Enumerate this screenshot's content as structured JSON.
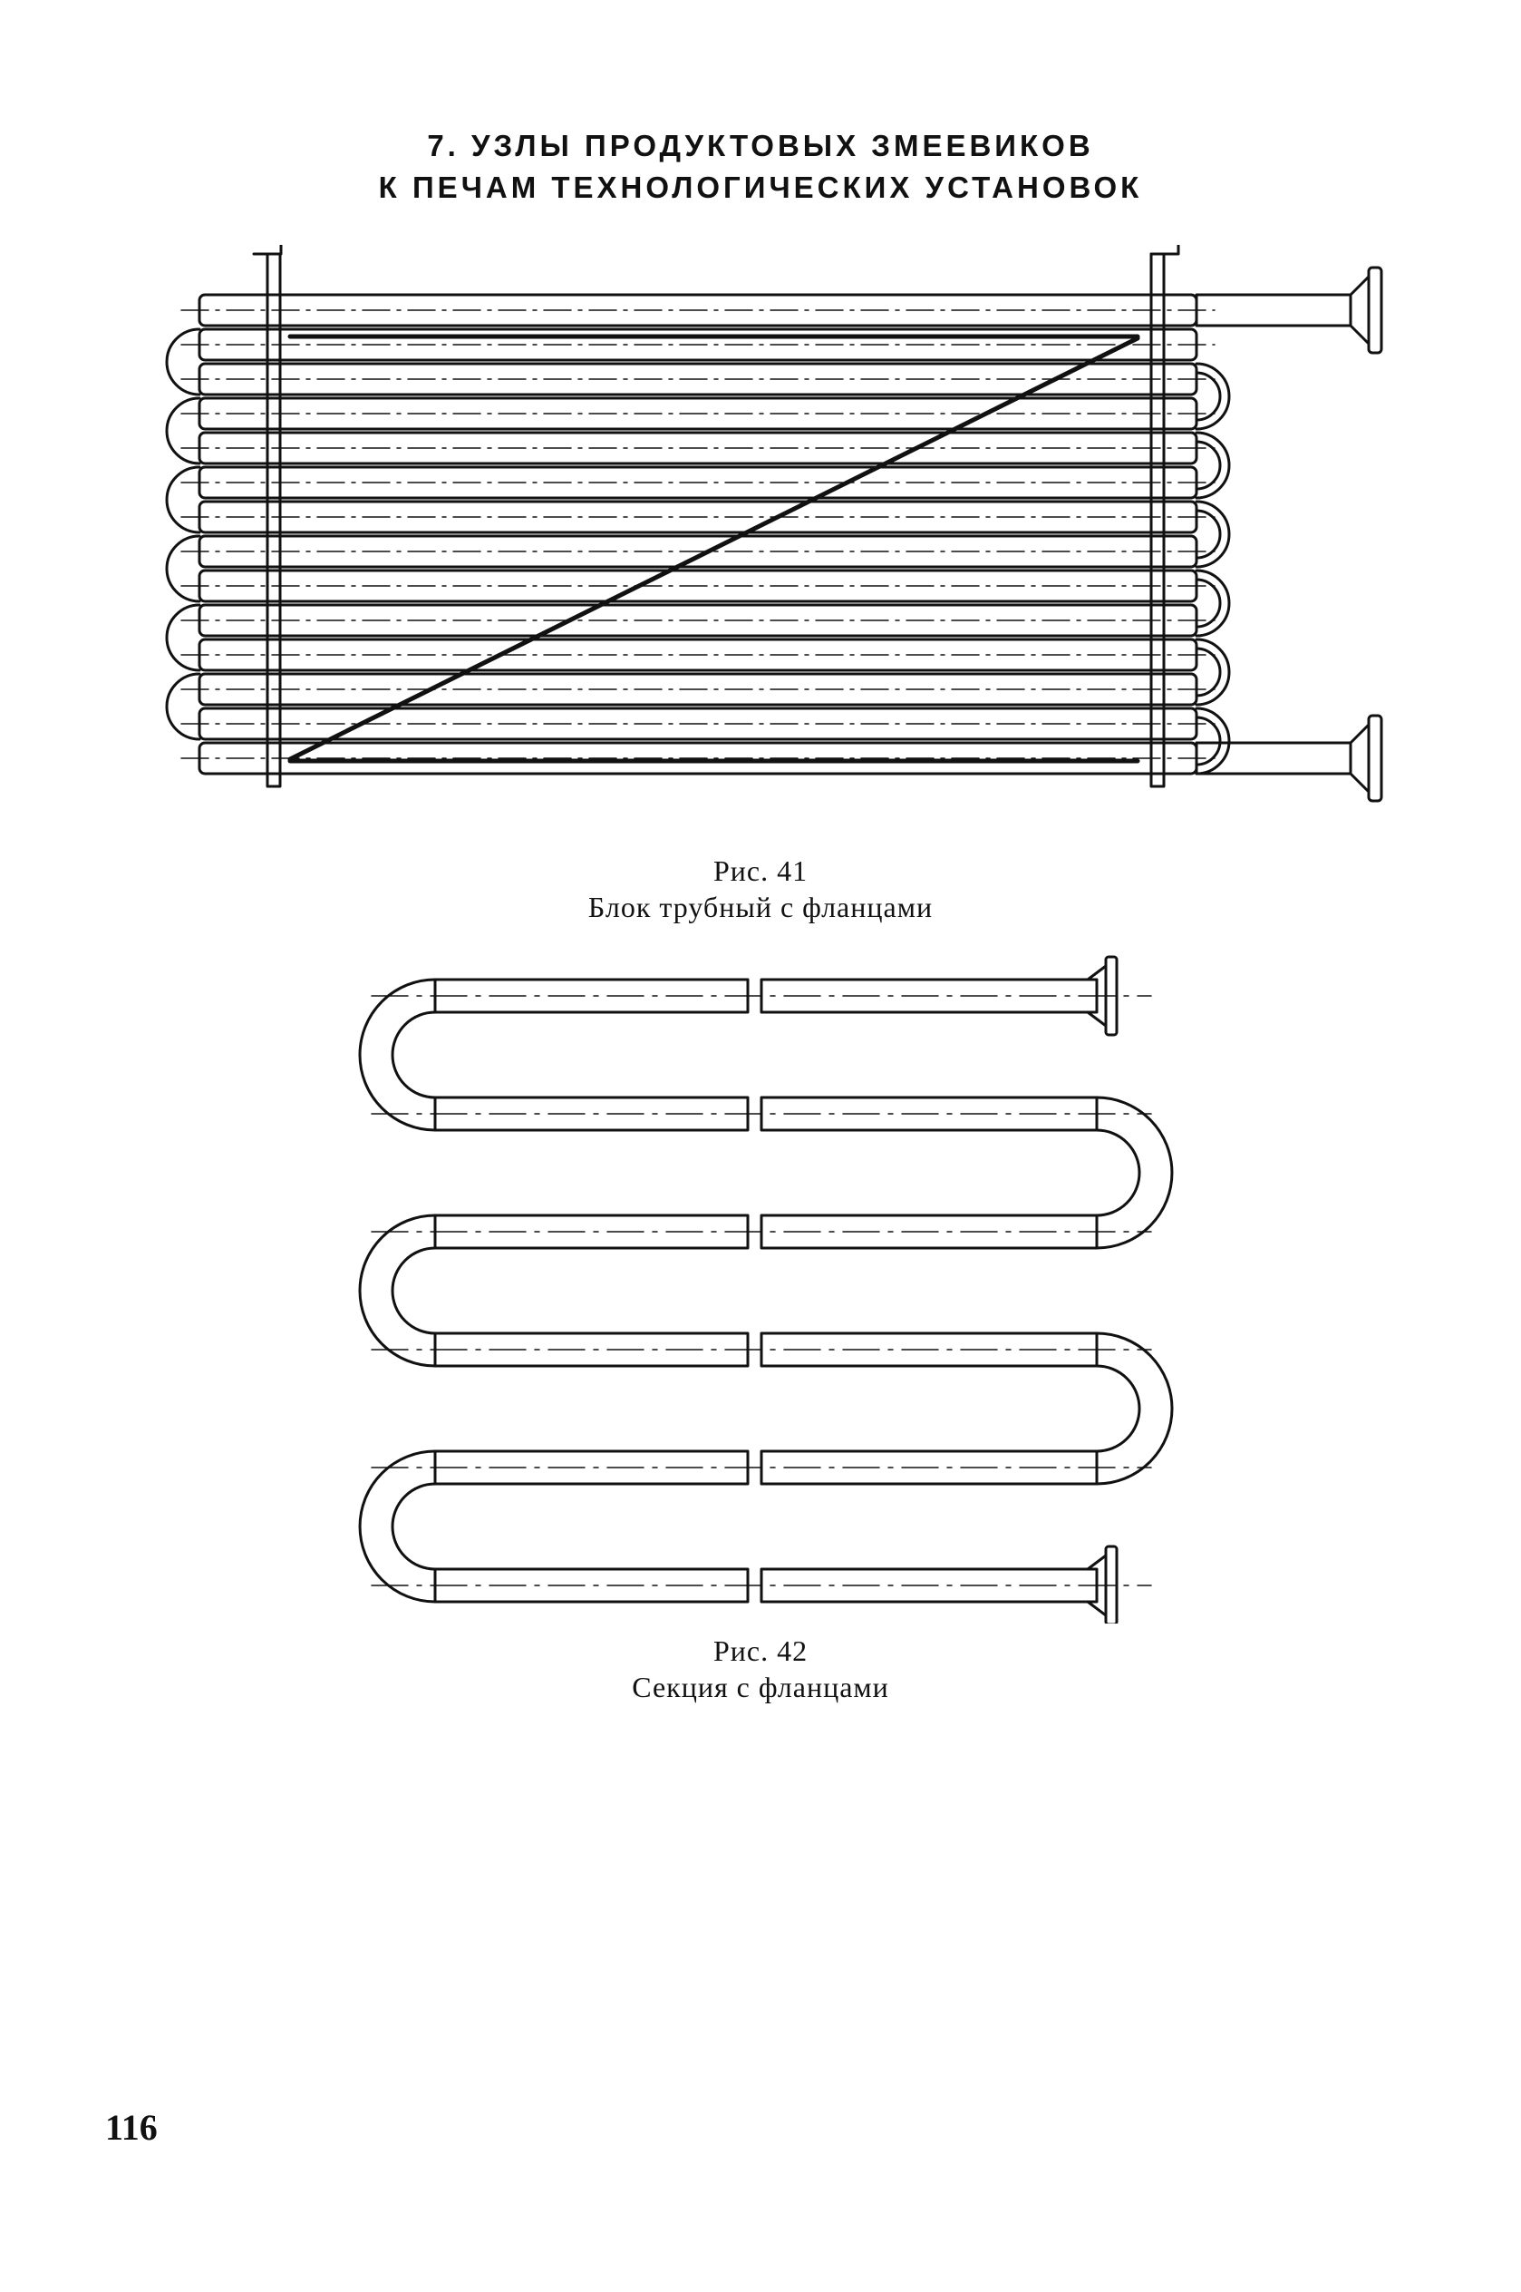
{
  "heading": {
    "line1": "7. УЗЛЫ ПРОДУКТОВЫХ ЗМЕЕВИКОВ",
    "line2": "К ПЕЧАМ ТЕХНОЛОГИЧЕСКИХ УСТАНОВОК"
  },
  "figure41": {
    "label": "Рис. 41",
    "caption": "Блок трубный с фланцами",
    "tube_rows": 14
  },
  "figure42": {
    "label": "Рис. 42",
    "caption": "Секция с фланцами",
    "straight_runs": 6
  },
  "page_number": "116",
  "colors": {
    "ink": "#111111",
    "paper": "#ffffff"
  }
}
